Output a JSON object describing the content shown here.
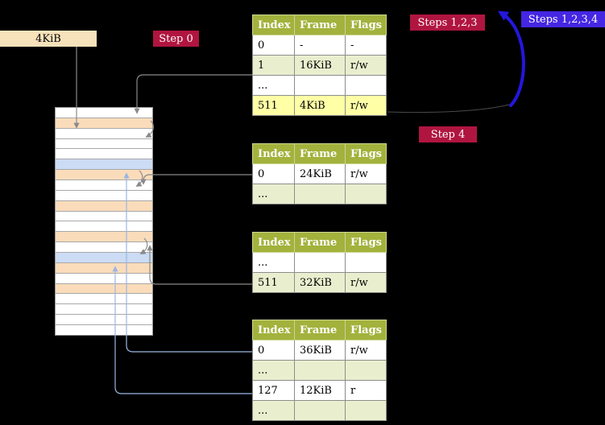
{
  "frame_label": {
    "text": "4KiB"
  },
  "step_labels": {
    "step0": {
      "text": "Step 0"
    },
    "steps123": {
      "text": "Steps 1,2,3"
    },
    "steps1234": {
      "text": "Steps 1,2,3,4"
    },
    "step4": {
      "text": "Step 4"
    }
  },
  "tables": [
    {
      "name": "page-table-level-4",
      "headers": [
        "Index",
        "Frame",
        "Flags"
      ],
      "rows": [
        {
          "cells": [
            "0",
            "-",
            "-"
          ],
          "highlight": false
        },
        {
          "cells": [
            "1",
            "16KiB",
            "r/w"
          ],
          "highlight": false
        },
        {
          "cells": [
            "...",
            "",
            ""
          ],
          "highlight": false
        },
        {
          "cells": [
            "511",
            "4KiB",
            "r/w"
          ],
          "highlight": true
        }
      ]
    },
    {
      "name": "page-table-level-3",
      "headers": [
        "Index",
        "Frame",
        "Flags"
      ],
      "rows": [
        {
          "cells": [
            "0",
            "24KiB",
            "r/w"
          ],
          "highlight": false
        },
        {
          "cells": [
            "...",
            "",
            ""
          ],
          "highlight": false
        }
      ]
    },
    {
      "name": "page-table-level-2",
      "headers": [
        "Index",
        "Frame",
        "Flags"
      ],
      "rows": [
        {
          "cells": [
            "...",
            "",
            ""
          ],
          "highlight": false
        },
        {
          "cells": [
            "511",
            "32KiB",
            "r/w"
          ],
          "highlight": false
        }
      ]
    },
    {
      "name": "page-table-level-1",
      "headers": [
        "Index",
        "Frame",
        "Flags"
      ],
      "rows": [
        {
          "cells": [
            "0",
            "36KiB",
            "r/w"
          ],
          "highlight": false
        },
        {
          "cells": [
            "...",
            "",
            ""
          ],
          "highlight": false
        },
        {
          "cells": [
            "127",
            "12KiB",
            "r"
          ],
          "highlight": false
        },
        {
          "cells": [
            "...",
            "",
            ""
          ],
          "highlight": false
        }
      ]
    }
  ],
  "memory_strip": {
    "rows": [
      "white",
      "peach",
      "white",
      "white",
      "white",
      "blue",
      "peach",
      "white",
      "white",
      "peach",
      "white",
      "white",
      "peach",
      "white",
      "blue",
      "peach",
      "white",
      "peach",
      "white",
      "white",
      "white",
      "white"
    ]
  },
  "colors": {
    "crimson": "#b01540",
    "indigo": "#4526e3",
    "table_header": "#a2b23c",
    "row_alt": "#e9efce",
    "highlight": "#ffffa6",
    "wheat": "#f6e2bb",
    "peach": "#fadcbb",
    "blue": "#cbdcf4",
    "white": "#ffffff",
    "arrow_gray": "#8a8a8a",
    "arrow_lightblue": "#9bb6e2",
    "arrow_navy": "#2317dd"
  }
}
